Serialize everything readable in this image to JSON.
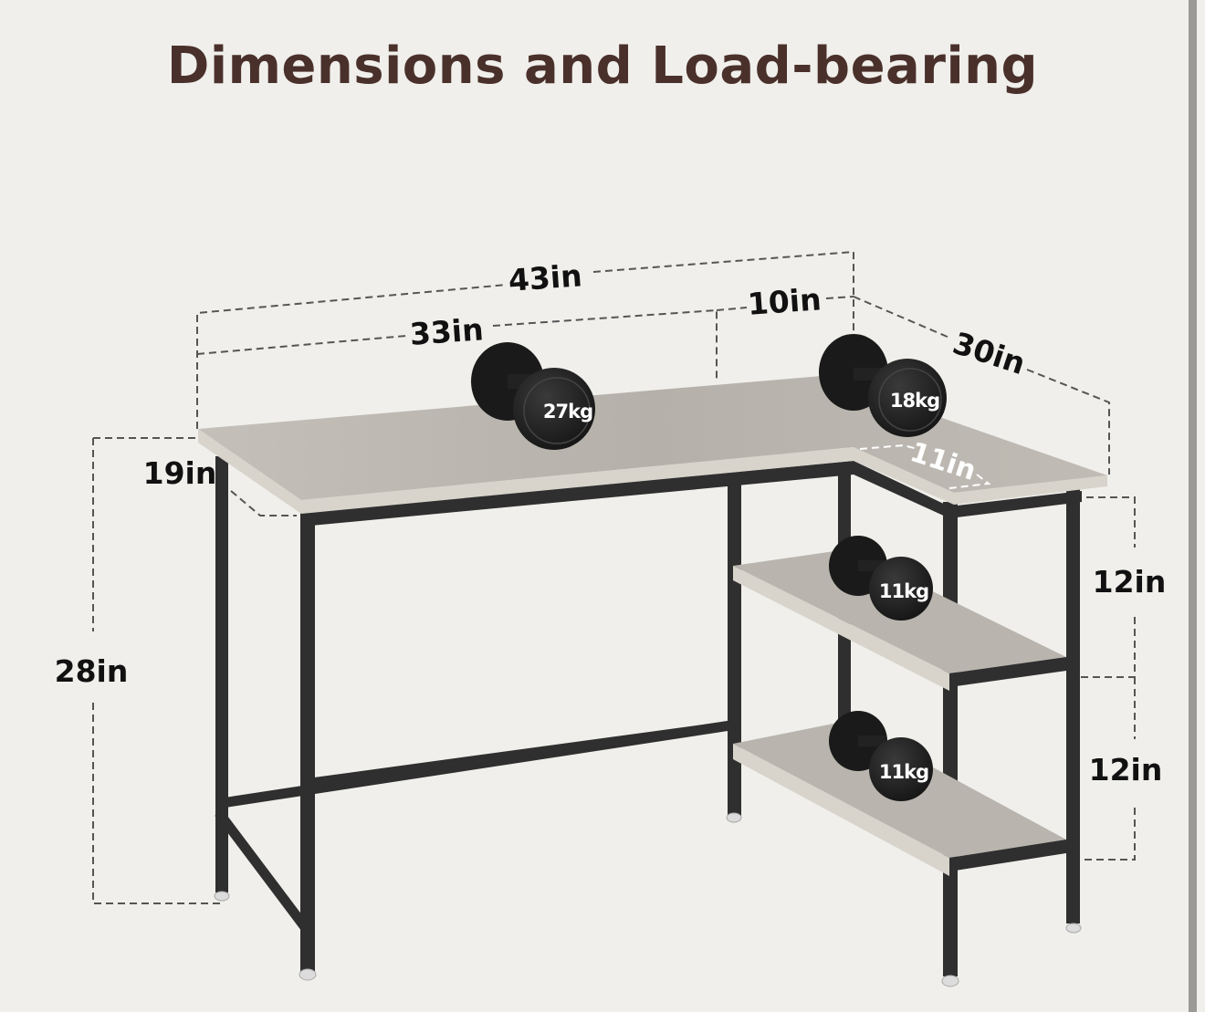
{
  "title": "Dimensions and Load-bearing",
  "dimensions": {
    "total_width": "43in",
    "main_width": "33in",
    "return_width": "10in",
    "return_depth": "30in",
    "main_depth": "19in",
    "return_top_width": "11in",
    "height": "28in",
    "shelf_gap_upper": "12in",
    "shelf_gap_lower": "12in"
  },
  "loads": {
    "desktop_main": "27kg",
    "desktop_return": "18kg",
    "upper_shelf": "11kg",
    "lower_shelf": "11kg"
  },
  "colors": {
    "background": "#f0efeb",
    "title": "#4a302b",
    "frame": "#2f2f2f",
    "wood": "#b9b5ae",
    "dumbbell": "#1e1e1e"
  }
}
